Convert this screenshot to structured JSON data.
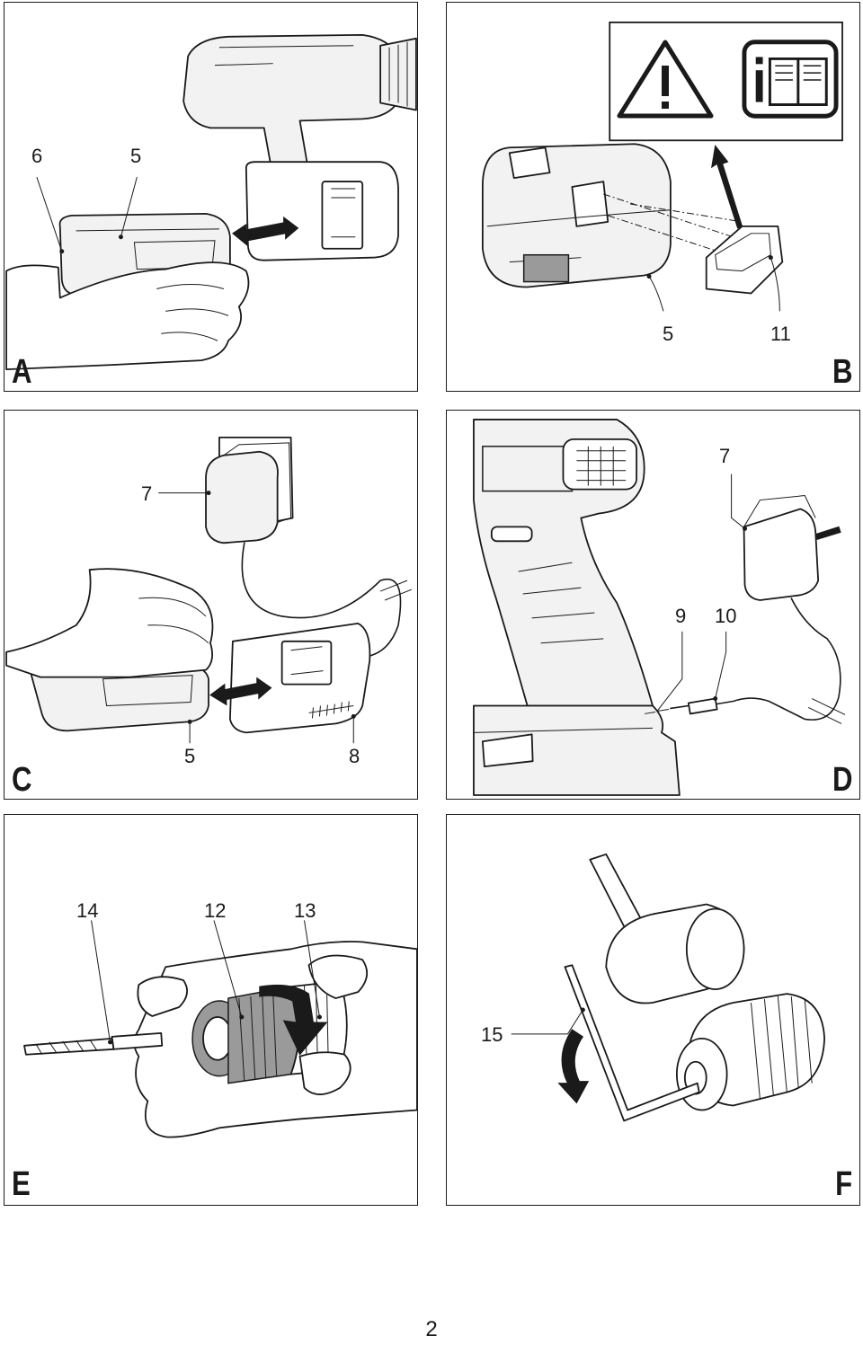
{
  "panels": {
    "a": {
      "letter": "A",
      "callouts": [
        "6",
        "5"
      ]
    },
    "b": {
      "letter": "B",
      "callouts": [
        "5",
        "11"
      ]
    },
    "c": {
      "letter": "C",
      "callouts": [
        "7",
        "5",
        "8"
      ]
    },
    "d": {
      "letter": "D",
      "callouts": [
        "7",
        "9",
        "10"
      ]
    },
    "e": {
      "letter": "E",
      "callouts": [
        "14",
        "12",
        "13"
      ]
    },
    "f": {
      "letter": "F",
      "callouts": [
        "15"
      ]
    }
  },
  "icons": [
    "warning-triangle-icon",
    "read-manual-icon"
  ],
  "page_number": "2"
}
